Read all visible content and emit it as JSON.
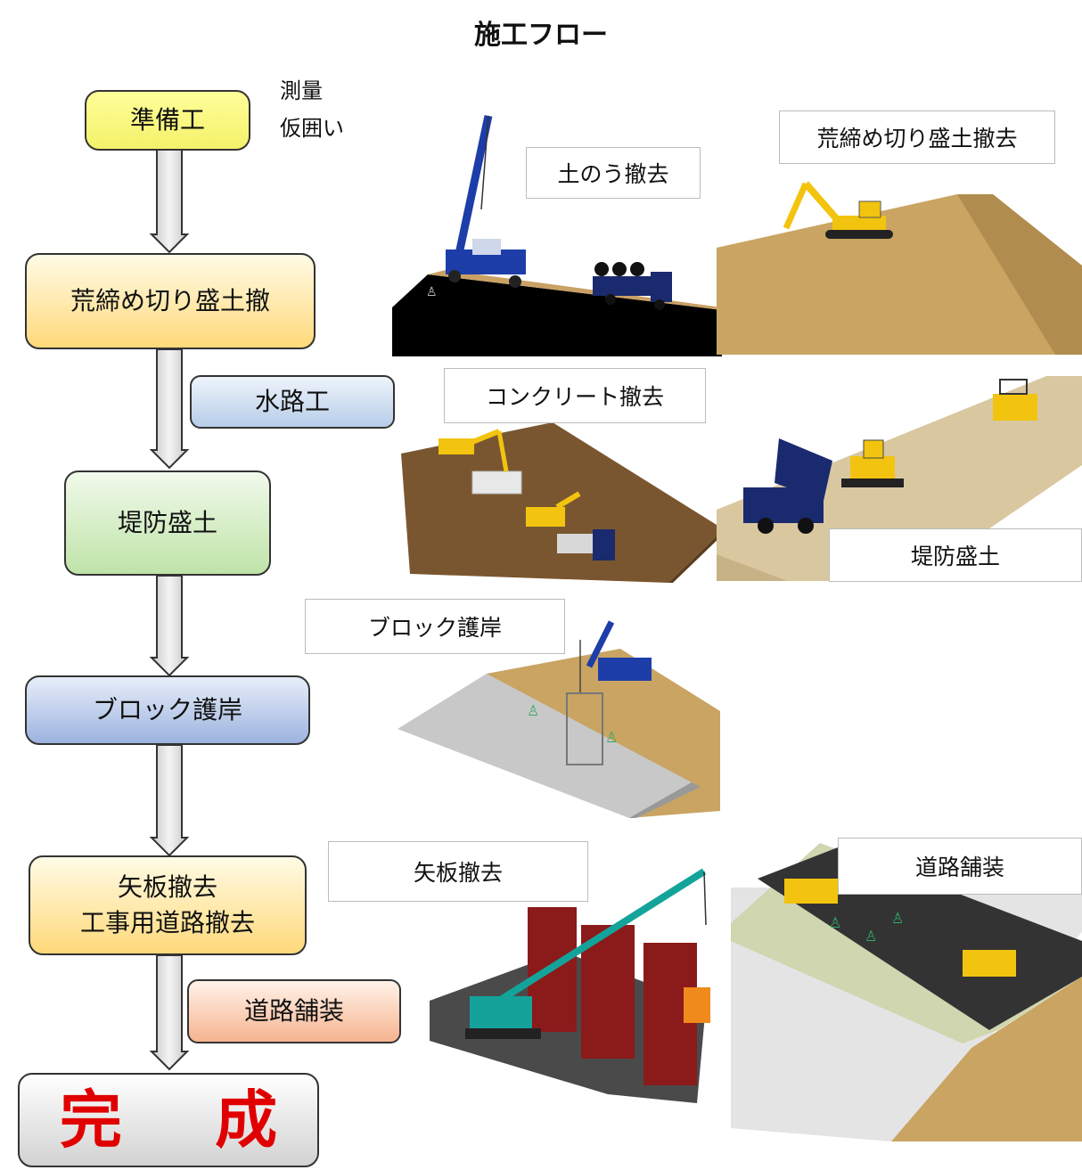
{
  "title": "施工フロー",
  "notes": [
    "測量",
    "仮囲い"
  ],
  "steps": {
    "prep": "準備工",
    "embank_removal": "荒締め切り盛土撤",
    "waterway": "水路工",
    "levee": "堤防盛土",
    "block": "ブロック護岸",
    "sheet_pile_line1": "矢板撤去",
    "sheet_pile_line2": "工事用道路撤去",
    "paving": "道路舗装",
    "complete": "完 成"
  },
  "illustrations": {
    "sandbag": "土のう撤去",
    "embank": "荒締め切り盛土撤去",
    "concrete": "コンクリート撤去",
    "levee": "堤防盛土",
    "block": "ブロック護岸",
    "sheet": "矢板撤去",
    "road": "道路舗装"
  },
  "colors": {
    "complete_text": "#e00000",
    "machine_yellow": "#f2c40f",
    "crane_teal": "#13a39a",
    "truck_navy": "#1a2a6e"
  }
}
